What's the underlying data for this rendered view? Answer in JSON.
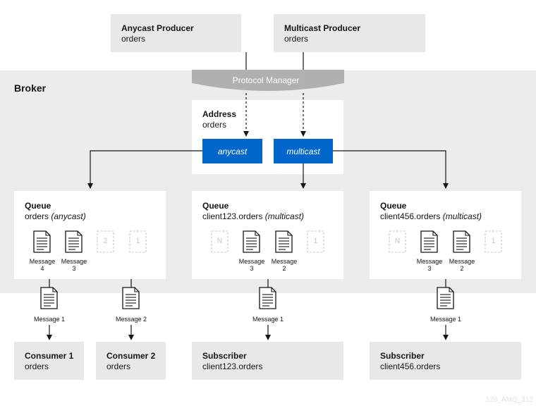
{
  "producers": [
    {
      "title": "Anycast Producer",
      "sub": "orders"
    },
    {
      "title": "Multicast Producer",
      "sub": "orders"
    }
  ],
  "broker": {
    "label": "Broker"
  },
  "protocol_manager": "Protocol Manager",
  "address": {
    "title": "Address",
    "sub": "orders",
    "anycast": "anycast",
    "multicast": "multicast"
  },
  "queues": [
    {
      "title": "Queue",
      "name": "orders ",
      "mode": "(anycast)",
      "messages": [
        {
          "l1": "Message",
          "l2": "4"
        },
        {
          "l1": "Message",
          "l2": "3"
        }
      ],
      "placeholders": [
        "2",
        "1"
      ]
    },
    {
      "title": "Queue",
      "name": "client123.orders ",
      "mode": "(multicast)",
      "messages": [
        {
          "l1": "Message",
          "l2": "3"
        },
        {
          "l1": "Message",
          "l2": "2"
        }
      ],
      "placeholders": [
        "N",
        "1"
      ]
    },
    {
      "title": "Queue",
      "name": "client456.orders ",
      "mode": "(multicast)",
      "messages": [
        {
          "l1": "Message",
          "l2": "3"
        },
        {
          "l1": "Message",
          "l2": "2"
        }
      ],
      "placeholders": [
        "N",
        "1"
      ]
    }
  ],
  "delivered": [
    {
      "label": "Message 1"
    },
    {
      "label": "Message 2"
    },
    {
      "label": "Message 1"
    },
    {
      "label": "Message 1"
    }
  ],
  "consumers": [
    {
      "title": "Consumer 1",
      "sub": "orders"
    },
    {
      "title": "Consumer 2",
      "sub": "orders"
    },
    {
      "title": "Subscriber",
      "sub": "client123.orders"
    },
    {
      "title": "Subscriber",
      "sub": "client456.orders"
    }
  ],
  "watermark": "126_AMQ_312",
  "colors": {
    "accent": "#0066cc",
    "protocol_manager": "#b0b0b0",
    "broker_band": "#ececec",
    "box": "#e8e8e8"
  }
}
